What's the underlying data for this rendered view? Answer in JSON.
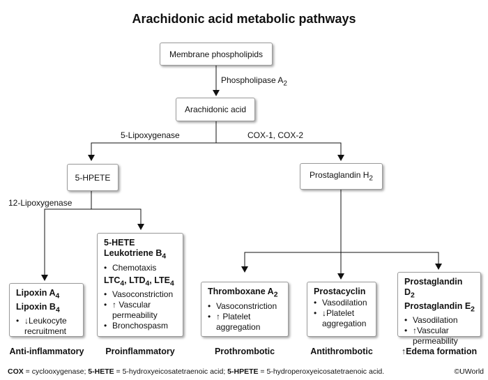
{
  "title": "Arachidonic acid metabolic pathways",
  "nodes": {
    "membrane": "Membrane phospholipids",
    "arachidonic": "Arachidonic acid",
    "hpete": "5-HPETE",
    "pgh2": "Prostaglandin H",
    "pgh2_sub": "2"
  },
  "enzymes": {
    "phospholipase": "Phospholipase A",
    "phospholipase_sub": "2",
    "lipoxygenase5": "5-Lipoxygenase",
    "cox": "COX-1, COX-2",
    "lipoxygenase12": "12-Lipoxygenase"
  },
  "cards": {
    "lipoxin": {
      "h1": "Lipoxin A",
      "h1_sub": "4",
      "h2": "Lipoxin B",
      "h2_sub": "4",
      "bullets": [
        "↓Leukocyte recruitment"
      ]
    },
    "leuko": {
      "h1": "5-HETE",
      "h2": "Leukotriene B",
      "h2_sub": "4",
      "bullets1": [
        "Chemotaxis"
      ],
      "h3a": "LTC",
      "h3a_sub": "4",
      "h3b": ", LTD",
      "h3b_sub": "4",
      "h3c": ", LTE",
      "h3c_sub": "4",
      "bullets2": [
        "Vasoconstriction",
        "↑ Vascular permeability",
        "Bronchospasm"
      ]
    },
    "thromboxane": {
      "h1": "Thromboxane A",
      "h1_sub": "2",
      "bullets": [
        "Vasoconstriction",
        "↑ Platelet aggregation"
      ]
    },
    "prostacyclin": {
      "h1": "Prostacyclin",
      "bullets": [
        "Vasodilation",
        "↓Platelet aggregation"
      ]
    },
    "pgd2": {
      "h1": "Prostaglandin D",
      "h1_sub": "2",
      "h2": "Prostaglandin E",
      "h2_sub": "2",
      "bullets": [
        "Vasodilation",
        "↑Vascular permeability"
      ]
    }
  },
  "categories": {
    "anti_inflammatory": "Anti-inflammatory",
    "proinflammatory": "Proinflammatory",
    "prothrombotic": "Prothrombotic",
    "antithrombotic": "Antithrombotic",
    "edema": "↑Edema formation"
  },
  "footer": {
    "cox_abbr": "COX",
    "cox_def": " = cyclooxygenase; ",
    "hete_abbr": "5-HETE",
    "hete_def": " = 5-hydroxyeicosatetraenoic acid; ",
    "hpete_abbr": "5-HPETE",
    "hpete_def": " = 5-hydroperoxyeicosatetraenoic acid.",
    "copyright": "©UWorld"
  }
}
